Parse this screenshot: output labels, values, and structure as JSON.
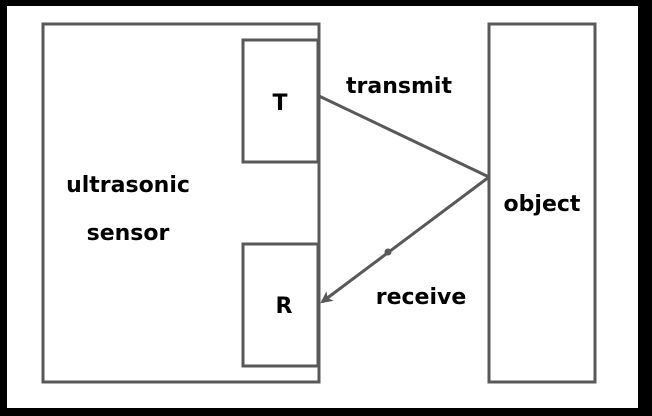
{
  "diagram": {
    "sensor_label_line1": "ultrasonic",
    "sensor_label_line2": "sensor",
    "transmitter_label": "T",
    "receiver_label": "R",
    "object_label": "object",
    "transmit_label": "transmit",
    "receive_label": "receive"
  },
  "colors": {
    "background": "#000000",
    "canvas": "#ffffff",
    "stroke": "#595959",
    "text": "#000000"
  }
}
